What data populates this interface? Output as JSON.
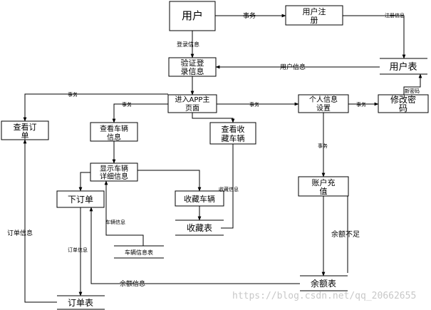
{
  "nodes": {
    "user": "用户",
    "register": [
      "用户注",
      "册"
    ],
    "verify": [
      "验证登",
      "录信息"
    ],
    "user_table": "用户表",
    "main_page": [
      "进入APP主",
      "页面"
    ],
    "personal": [
      "个人信息",
      "设置"
    ],
    "change_pwd": [
      "修改密",
      "码"
    ],
    "view_order": [
      "查看订",
      "单"
    ],
    "view_vehicle": [
      "查看车辆",
      "信息"
    ],
    "view_fav": [
      "查看收",
      "藏车辆"
    ],
    "show_detail": [
      "显示车辆",
      "详细信息"
    ],
    "place_order": "下订单",
    "fav_vehicle": "收藏车辆",
    "recharge": [
      "账户充",
      "值"
    ],
    "fav_table": "收藏表",
    "vehicle_table": "车辆信息表",
    "balance_table": "余额表",
    "order_table": "订单表"
  },
  "edges": {
    "affair": "事务",
    "register_info": "注册信息",
    "login_info": "登录信息",
    "user_info": "用户信息",
    "new_pwd": "新密码",
    "order_info": "订单信息",
    "fav_info": "收藏信息",
    "vehicle_info": "车辆信息",
    "insufficient": "余额不足",
    "balance_info": "余额信息"
  },
  "watermark": "https://blog.csdn.net/qq_20662655"
}
